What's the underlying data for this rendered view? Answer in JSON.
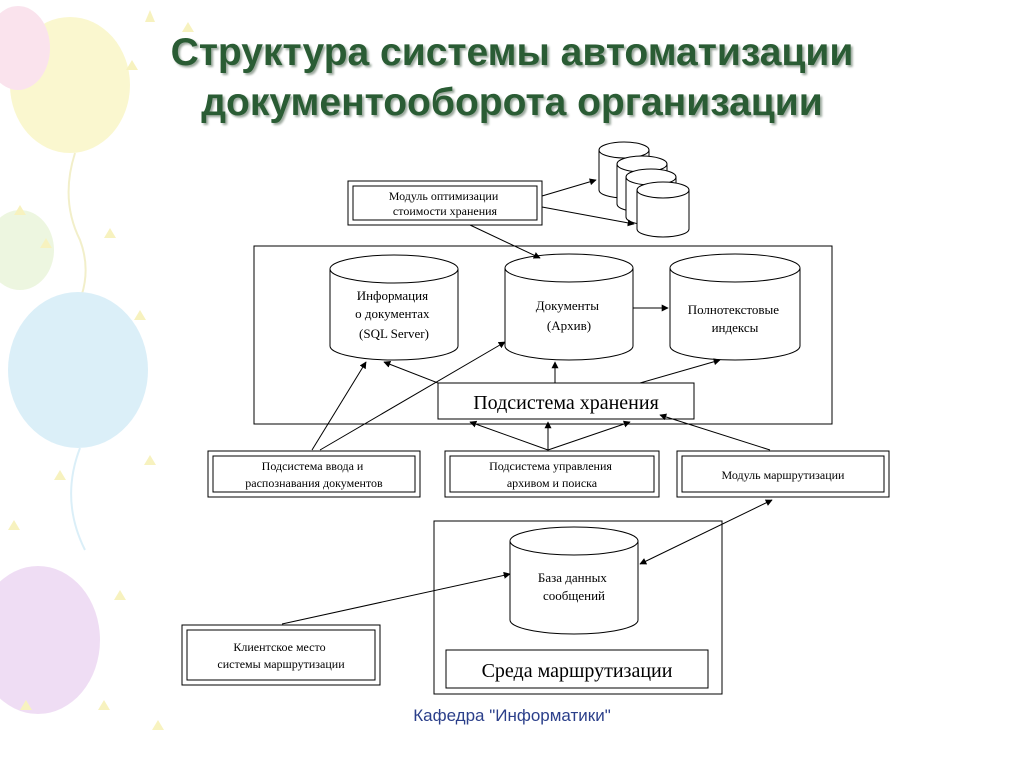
{
  "slide": {
    "title_line1": "Структура системы автоматизации",
    "title_line2": "документооборота организации",
    "footer": "Кафедра \"Информатики\""
  },
  "diagram": {
    "optimization_module": [
      "Модуль оптимизации",
      "стоимости хранения"
    ],
    "db_info": [
      "Информация",
      "о документах",
      "(SQL Server)"
    ],
    "db_documents": [
      "Документы",
      "(Архив)"
    ],
    "db_indexes": [
      "Полнотекстовые",
      "индексы"
    ],
    "storage_subsystem": "Подсистема хранения",
    "input_subsystem": [
      "Подсистема ввода и",
      "распознавания документов"
    ],
    "archive_subsystem": [
      "Подсистема управления",
      "архивом и поиска"
    ],
    "routing_module": "Модуль маршрутизации",
    "db_messages": [
      "База данных",
      "сообщений"
    ],
    "routing_env": "Среда маршрутизации",
    "client_workplace": [
      "Клиентское место",
      "системы маршрутизации"
    ]
  },
  "colors": {
    "title": "#2a5c34",
    "footer": "#2b3f8a",
    "lines": "#000000"
  }
}
